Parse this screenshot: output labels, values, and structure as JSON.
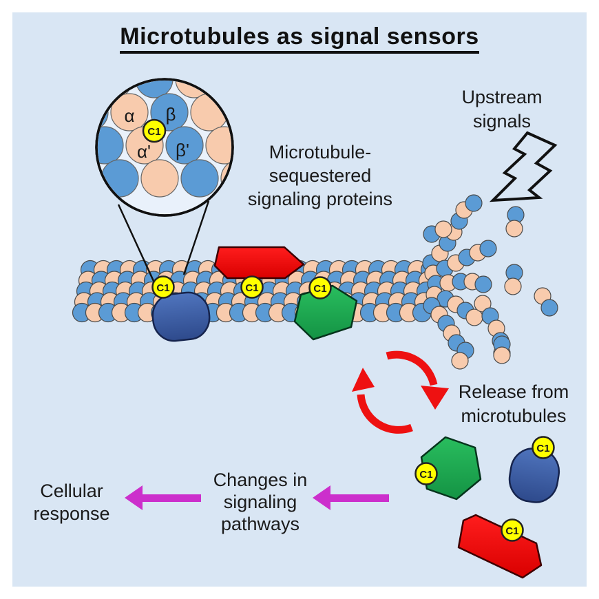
{
  "title": "Microtubules as signal sensors",
  "badge_label": "C1",
  "inset_labels": {
    "alpha": "α",
    "beta": "β",
    "alpha_prime": "α'",
    "beta_prime": "β'"
  },
  "annotations": {
    "sequestered": [
      "Microtubule-",
      "sequestered",
      "signaling proteins"
    ],
    "upstream": [
      "Upstream",
      "signals"
    ],
    "release": [
      "Release from",
      "microtubules"
    ],
    "changes": [
      "Changes in",
      "signaling",
      "pathways"
    ],
    "cellular": [
      "Cellular",
      "response"
    ]
  },
  "colors": {
    "panel": "#d9e6f4",
    "inset_fill": "#e9f1fb",
    "tubulin_blue": "#5b9bd5",
    "tubulin_peach": "#f8cbad",
    "tubulin_outline": "#4a4a4a",
    "protein_navy": "#3a5ca8",
    "protein_navy_dark": "#16244d",
    "protein_green": "#1fa951",
    "protein_green_dark": "#06341c",
    "protein_red": "#ee1111",
    "protein_red_dark": "#3d0000",
    "badge_yellow": "#ffff00",
    "cycle_red": "#ee1111",
    "arrow_magenta": "#cc2fcc",
    "line_black": "#111111",
    "text": "#1a1a1a"
  }
}
